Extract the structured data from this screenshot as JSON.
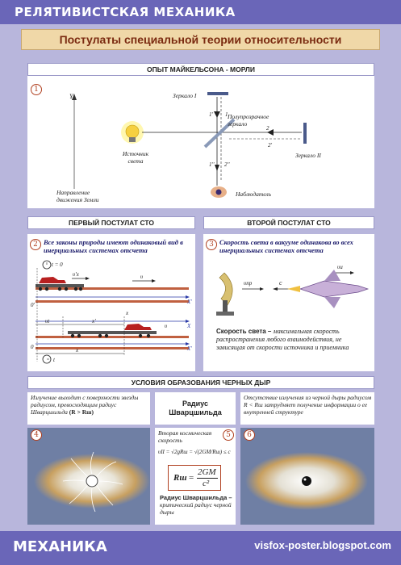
{
  "header": {
    "title": "РЕЛЯТИВИСТСКАЯ МЕХАНИКА"
  },
  "subtitle": "Постулаты специальной теории относительности",
  "michelson": {
    "heading": "ОПЫТ МАЙКЕЛЬСОНА - МОРЛИ",
    "number": "1",
    "labels": {
      "mirror1": "Зеркало I",
      "mirror2": "Зеркало II",
      "semi": "Полупрозрачное зеркало",
      "source": "Источник света",
      "observer": "Наблюдатель",
      "earth": "Направление движения Земли",
      "y": "Y",
      "r1": "1",
      "r1p": "1'",
      "r1pp": "1''",
      "r2": "2",
      "r2p": "2'",
      "r2pp": "2''"
    }
  },
  "postulate1": {
    "heading": "ПЕРВЫЙ ПОСТУЛАТ СТО",
    "number": "2",
    "text": "Все законы природы имеют одинаковый вид в инерциальных системах отсчета",
    "t0": "t = 0",
    "t": "t",
    "ut": "υt",
    "v_car": "υ'x",
    "u": "υ",
    "o": "0",
    "op": "0'",
    "xp": "X'",
    "x": "X",
    "x_lbl": "x",
    "xp_lbl": "x'"
  },
  "postulate2": {
    "heading": "ВТОРОЙ ПОСТУЛАТ СТО",
    "number": "3",
    "text": "Скорость света в вакууме одинакова во всех инерциальных системах отсчета",
    "v_pr": "υпр",
    "c": "c",
    "v_ist": "υи",
    "bold_text": "Скорость света –",
    "body_text": "максимальная скорость распространения любого взаимодействия, не зависящая от скорости источника и приемника"
  },
  "blackholes": {
    "heading": "УСЛОВИЯ ОБРАЗОВАНИЯ ЧЕРНЫХ ДЫР",
    "left_text": "Излучение выходит с поверхности звезды радиусом, превосходящим радиус Шварцшильда",
    "left_cond": "(R > Rш)",
    "center_title": "Радиус Шварцшильда",
    "right_text": "Отсутствие излучения из черной дыры радиусом R < Rш затрудняет получение информации о ее внутренней структуре",
    "n4": "4",
    "n5": "5",
    "n6": "6",
    "second_speed_label": "Вторая космическая скорость",
    "second_speed_formula": "υII = √2gRш = √(2GM/Rш) ≤ c",
    "rs_lhs": "Rш",
    "rs_eq": "=",
    "rs_num": "2GM",
    "rs_den": "c²",
    "def_bold": "Радиус Шварцшильда –",
    "def_text": "критический радиус черной дыры"
  },
  "footer": {
    "subject": "МЕХАНИКА",
    "site": "visfox-poster.blogspot.com"
  },
  "colors": {
    "bar": "#6a66b8",
    "bg": "#b8b6dc",
    "accent": "#b04020",
    "subtitle_bg": "#f0d8a8"
  }
}
